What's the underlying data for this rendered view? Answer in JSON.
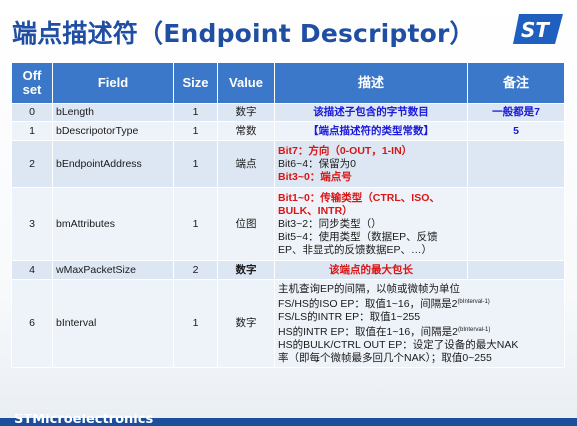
{
  "title": "端点描述符（Endpoint Descriptor）",
  "logo": {
    "icon": "st-logo-icon",
    "text": "ST"
  },
  "headers": [
    "Off set",
    "Field",
    "Size",
    "Value",
    "描述",
    "备注"
  ],
  "rows": [
    {
      "offset": "0",
      "field": "bLength",
      "size": "1",
      "value": "数字",
      "desc": "该描述子包含的字节数目",
      "note": "一般都是7"
    },
    {
      "offset": "1",
      "field": "bDescripotorType",
      "size": "1",
      "value": "常数",
      "desc": "【端点描述符的类型常数】",
      "note": "5"
    },
    {
      "offset": "2",
      "field": "bEndpointAddress",
      "size": "1",
      "value": "端点",
      "desc_lines": [
        "Bit7：方向（0-OUT，1-IN）",
        "Bit6~4：保留为0",
        "Bit3~0：端点号"
      ],
      "note": ""
    },
    {
      "offset": "3",
      "field": "bmAttributes",
      "size": "1",
      "value": "位图",
      "desc_lines": [
        "Bit1~0：传输类型（CTRL、ISO、",
        "BULK、INTR）",
        "Bit3~2：同步类型（）",
        "Bit5~4：使用类型（数据EP、反馈",
        "EP、非显式的反馈数据EP、…）"
      ],
      "note": ""
    },
    {
      "offset": "4",
      "field": "wMaxPacketSize",
      "size": "2",
      "value": "数字",
      "desc": "该端点的最大包长",
      "note": ""
    },
    {
      "offset": "6",
      "field": "bInterval",
      "size": "1",
      "value": "数字",
      "desc_lines": [
        "主机查询EP的间隔，以帧或微帧为单位",
        "FS/HS的ISO EP：取值1~16，间隔是2",
        "FS/LS的INTR EP：取值1~255",
        "HS的INTR EP：取值在1~16，间隔是2",
        "HS的BULK/CTRL OUT EP：设定了设备的最大NAK",
        "率（即每个微帧最多回几个NAK）；取值0~255"
      ],
      "sup": "(bInterval-1)",
      "note": ""
    }
  ],
  "footer": "STMicroelectronics"
}
